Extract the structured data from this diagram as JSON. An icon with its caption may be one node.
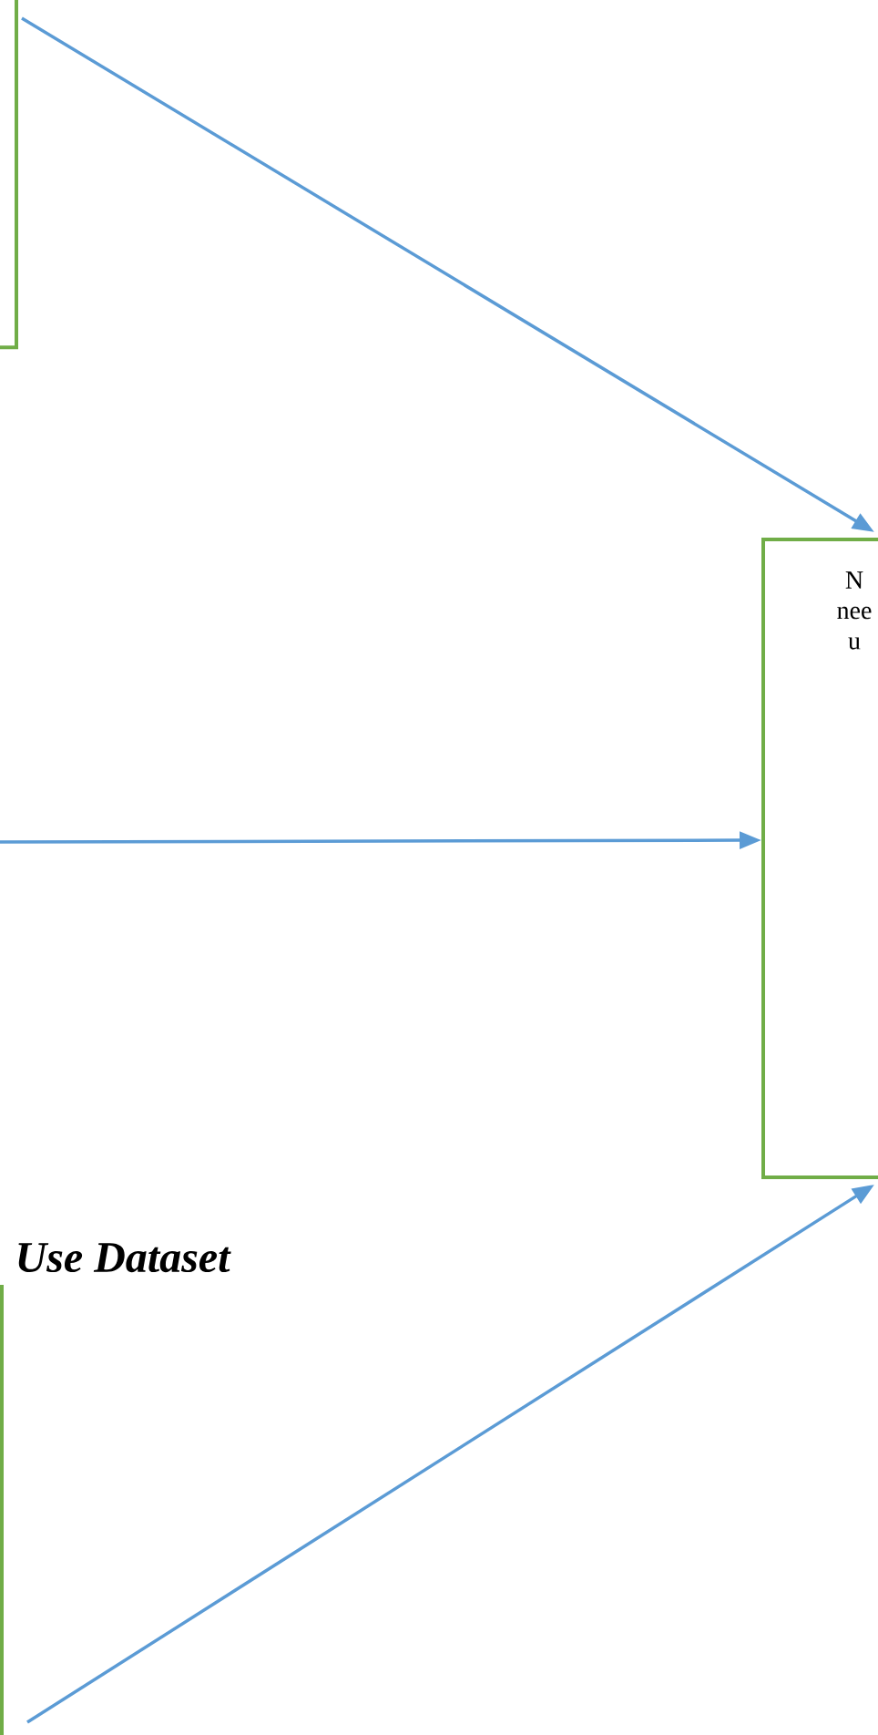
{
  "diagram": {
    "nodes": [
      {
        "text": [],
        "shape": "box"
      },
      {
        "text": [
          "N nee u"
        ]
      },
      {
        "text": [
          "Use Dataset"
        ]
      }
    ],
    "edges": [
      {
        "from": 0,
        "to": 1,
        "arrow": "to"
      },
      {
        "from": null,
        "to": 1,
        "arrow": "to"
      },
      {
        "from": 2,
        "to": 1,
        "arrow": "to"
      }
    ]
  }
}
